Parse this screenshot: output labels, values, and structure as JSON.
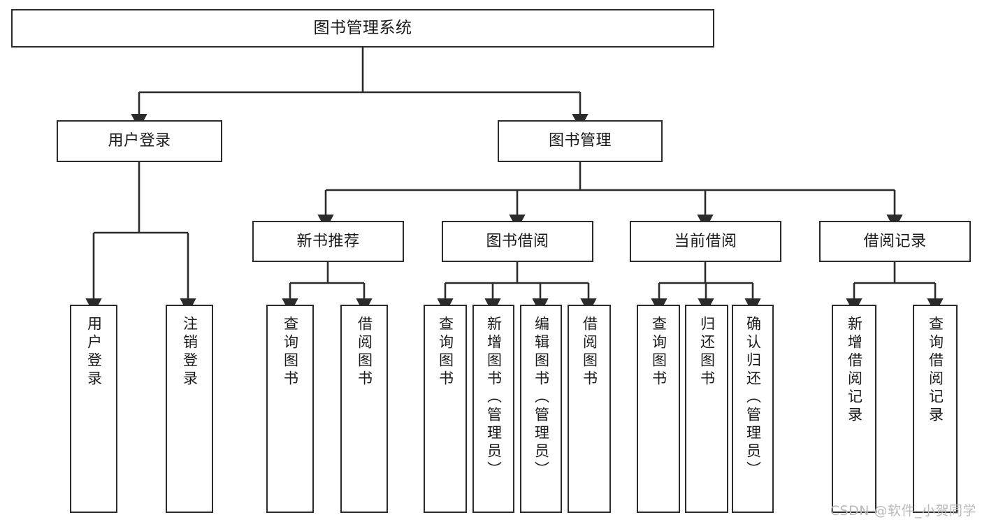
{
  "diagram": {
    "type": "tree-hierarchy",
    "title": "图书管理系统",
    "watermark": "CSDN @软件_小贺同学",
    "colors": {
      "stroke": "#2b2b2b",
      "fill": "#ffffff",
      "text": "#1a1a1a",
      "watermark": "#b9b9b9"
    },
    "levels": {
      "root": {
        "label": "图书管理系统"
      },
      "level2": [
        {
          "id": "user-login",
          "label": "用户登录"
        },
        {
          "id": "book-manage",
          "label": "图书管理"
        }
      ],
      "level3": [
        {
          "id": "new-book-recommend",
          "label": "新书推荐",
          "parent": "book-manage"
        },
        {
          "id": "book-borrow",
          "label": "图书借阅",
          "parent": "book-manage"
        },
        {
          "id": "current-borrow",
          "label": "当前借阅",
          "parent": "book-manage"
        },
        {
          "id": "borrow-record",
          "label": "借阅记录",
          "parent": "book-manage"
        }
      ],
      "leaves": [
        {
          "id": "leaf-user-login",
          "label": "用户登录",
          "parent": "user-login"
        },
        {
          "id": "leaf-user-logout",
          "label": "注销登录",
          "parent": "user-login"
        },
        {
          "id": "leaf-query-book-1",
          "label": "查询图书",
          "parent": "new-book-recommend"
        },
        {
          "id": "leaf-borrow-book-1",
          "label": "借阅图书",
          "parent": "new-book-recommend"
        },
        {
          "id": "leaf-query-book-2",
          "label": "查询图书",
          "parent": "book-borrow"
        },
        {
          "id": "leaf-add-book",
          "label": "新增图书（管理员）",
          "parent": "book-borrow"
        },
        {
          "id": "leaf-edit-book",
          "label": "编辑图书（管理员）",
          "parent": "book-borrow"
        },
        {
          "id": "leaf-borrow-book-2",
          "label": "借阅图书",
          "parent": "book-borrow"
        },
        {
          "id": "leaf-query-book-3",
          "label": "查询图书",
          "parent": "current-borrow"
        },
        {
          "id": "leaf-return-book",
          "label": "归还图书",
          "parent": "current-borrow"
        },
        {
          "id": "leaf-confirm-return",
          "label": "确认归还（管理员）",
          "parent": "current-borrow"
        },
        {
          "id": "leaf-add-record",
          "label": "新增借阅记录",
          "parent": "borrow-record"
        },
        {
          "id": "leaf-query-record",
          "label": "查询借阅记录",
          "parent": "borrow-record"
        }
      ]
    }
  }
}
